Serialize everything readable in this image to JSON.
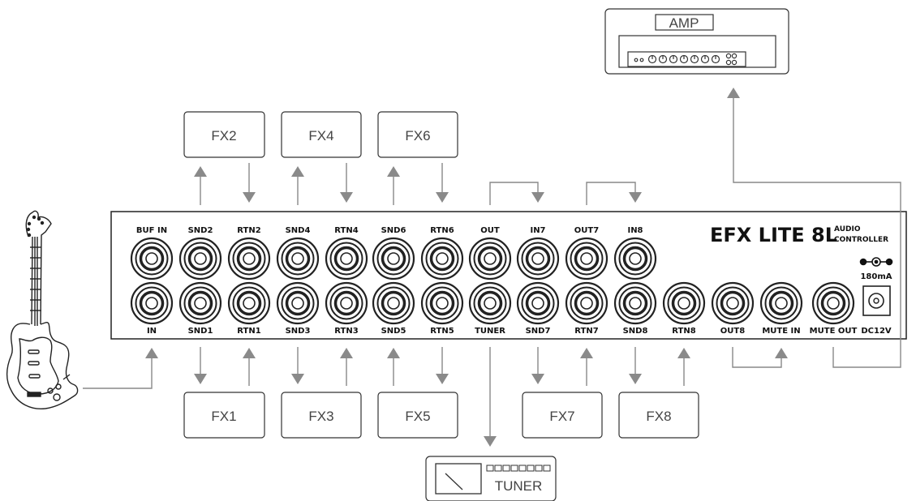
{
  "unit": {
    "brand": "EFX LITE 8L",
    "subtitle_line1": "AUDIO",
    "subtitle_line2": "CONTROLLER",
    "current": "180mA",
    "power_label": "DC12V"
  },
  "top_jacks": [
    "BUF IN",
    "SND2",
    "RTN2",
    "SND4",
    "RTN4",
    "SND6",
    "RTN6",
    "OUT",
    "IN7",
    "OUT7",
    "IN8"
  ],
  "bottom_jacks": [
    "IN",
    "SND1",
    "RTN1",
    "SND3",
    "RTN3",
    "SND5",
    "RTN5",
    "TUNER",
    "SND7",
    "RTN7",
    "SND8",
    "RTN8",
    "OUT8",
    "MUTE IN",
    "MUTE OUT"
  ],
  "fx_top": [
    "FX2",
    "FX4",
    "FX6"
  ],
  "fx_bottom": [
    "FX1",
    "FX3",
    "FX5",
    "FX7",
    "FX8"
  ],
  "amp": {
    "label": "AMP"
  },
  "tuner": {
    "label": "TUNER"
  }
}
